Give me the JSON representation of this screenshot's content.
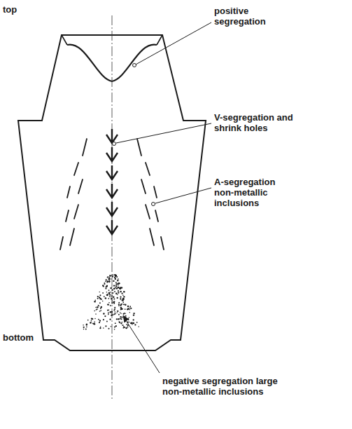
{
  "diagram": {
    "labels": [
      "top",
      "positive segregation",
      "V-segregation and shrink holes",
      "A-segregation non-metallic inclusions",
      "bottom",
      "negative segregation large non-metallic inclusions"
    ]
  }
}
